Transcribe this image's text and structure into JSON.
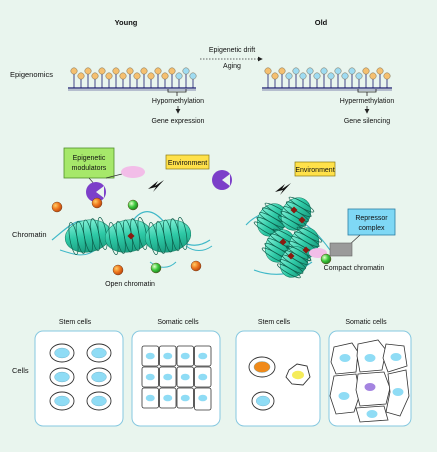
{
  "headers": {
    "young": "Young",
    "old": "Old"
  },
  "rows": {
    "epigenomics": "Epigenomics",
    "chromatin": "Chromatin",
    "cells": "Cells"
  },
  "epigenomics": {
    "drift": "Epigenetic drift",
    "aging": "Aging",
    "young_state": "Hypomethylation",
    "young_outcome": "Gene expression",
    "old_state": "Hypermethylation",
    "old_outcome": "Gene silencing"
  },
  "chromatin": {
    "modulators_line1": "Epigenetic",
    "modulators_line2": "modulators",
    "environment": "Environment",
    "repressor_line1": "Repressor",
    "repressor_line2": "complex",
    "young_label": "Open chromatin",
    "old_label": "Compact chromatin"
  },
  "cells": {
    "stem": "Stem cells",
    "somatic": "Somatic cells"
  },
  "colors": {
    "methyl_orange": "#f5c070",
    "methyl_blue": "#9fdcf2",
    "nucleosome": "#2ec9a6",
    "modulator_purple": "#7c3fc9",
    "modulator_pink": "#f2bde8",
    "environment_yellow": "#ffe14a",
    "modulators_green": "#a6e86a",
    "repressor_blue": "#7fd8f5",
    "nucleus_blue": "#8fdcf5",
    "nucleus_orange": "#f08a1a",
    "nucleus_yellow": "#f5ec5a",
    "nucleus_purple": "#a484e0"
  },
  "methylation": {
    "young_sites": [
      "o",
      "o",
      "o",
      "o",
      "o",
      "o",
      "o",
      "o",
      "o",
      "o",
      "o",
      "o",
      "o",
      "o",
      "o",
      "b",
      "b",
      "b"
    ],
    "old_sites": [
      "o",
      "o",
      "o",
      "b",
      "b",
      "b",
      "b",
      "b",
      "b",
      "b",
      "b",
      "b",
      "b",
      "b",
      "o",
      "o",
      "o",
      "o"
    ]
  }
}
